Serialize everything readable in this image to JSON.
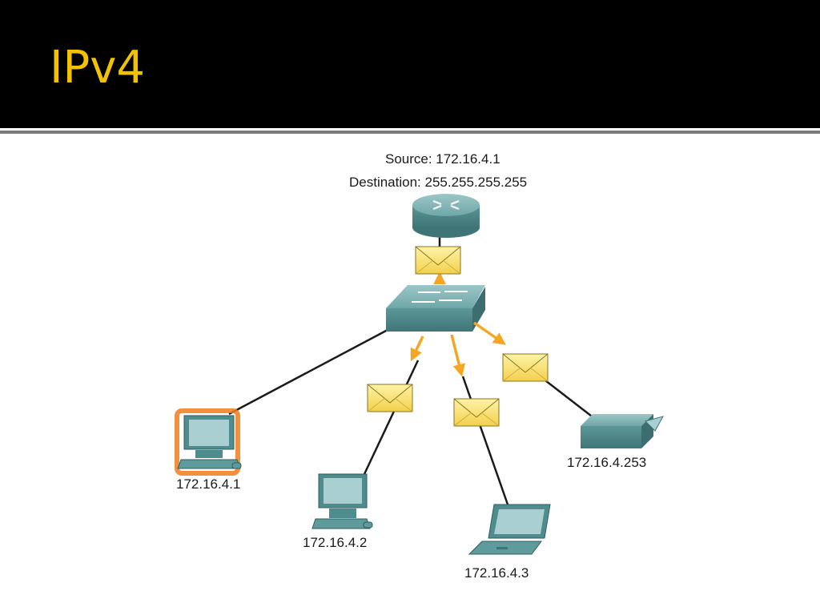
{
  "slide": {
    "title": "IPv4"
  },
  "router": {
    "source_text": "Source: 172.16.4.1",
    "destination_text": "Destination: 255.255.255.255"
  },
  "hosts": [
    {
      "ip": "172.16.4.1",
      "icon": "desktop-computer-icon",
      "highlighted": true
    },
    {
      "ip": "172.16.4.2",
      "icon": "desktop-computer-icon",
      "highlighted": false
    },
    {
      "ip": "172.16.4.3",
      "icon": "laptop-icon",
      "highlighted": false
    },
    {
      "ip": "172.16.4.253",
      "icon": "printer-icon",
      "highlighted": false
    }
  ],
  "colors": {
    "header_bg": "#000000",
    "title": "#f2c200",
    "device_teal": "#5f9a9c",
    "arrow_orange": "#f5a623",
    "envelope": "#f7df6b",
    "highlight": "#f07c1c"
  }
}
